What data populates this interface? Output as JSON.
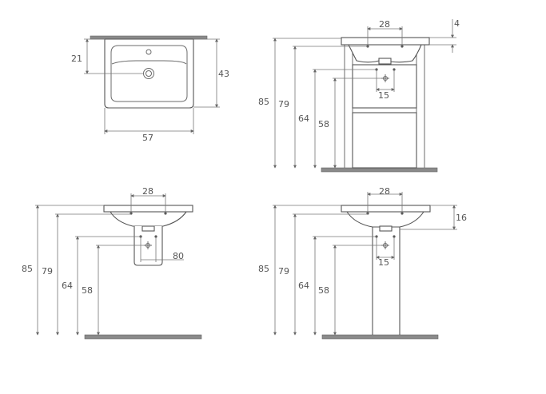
{
  "colors": {
    "line": "#6b6b6b",
    "text": "#555555",
    "floor": "#8a8a8a"
  },
  "top_view": {
    "depth_to_drain": "21",
    "depth": "43",
    "width": "57"
  },
  "side_cabinet": {
    "height_total": "85",
    "height_rim": "79",
    "height_inlet": "64",
    "height_waste": "58",
    "tap_spacing": "28",
    "inlet_spacing": "15",
    "slab_thickness": "4"
  },
  "side_siphon": {
    "height_total": "85",
    "height_rim": "79",
    "height_inlet": "64",
    "height_waste": "58",
    "tap_spacing": "28",
    "siphon_width": "80"
  },
  "side_pedestal": {
    "height_total": "85",
    "height_rim": "79",
    "height_inlet": "64",
    "height_waste": "58",
    "tap_spacing": "28",
    "inlet_spacing": "15",
    "bowl_depth": "16"
  }
}
